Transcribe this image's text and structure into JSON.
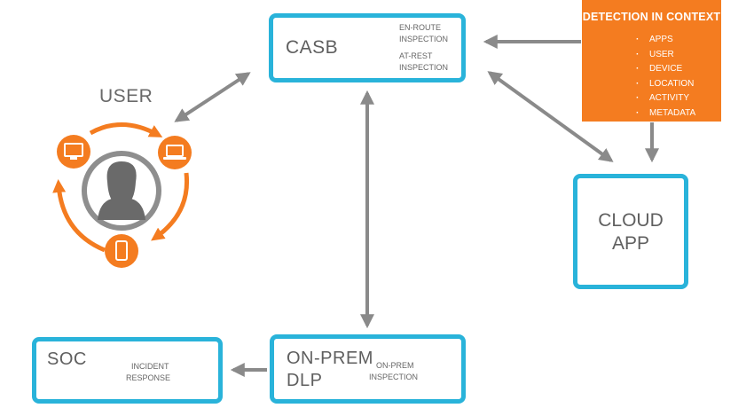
{
  "casb": {
    "title": "CASB",
    "line1": "EN-ROUTE",
    "line2": "INSPECTION",
    "line3": "AT-REST",
    "line4": "INSPECTION"
  },
  "detection": {
    "title": "DETECTION IN CONTEXT",
    "items": [
      "APPS",
      "USER",
      "DEVICE",
      "LOCATION",
      "ACTIVITY",
      "METADATA"
    ]
  },
  "user": {
    "label": "USER"
  },
  "cloud": {
    "line1": "CLOUD",
    "line2": "APP"
  },
  "dlp": {
    "line1": "ON-PREM",
    "line2": "DLP",
    "small1": "ON-PREM",
    "small2": "INSPECTION"
  },
  "soc": {
    "title": "SOC",
    "small1": "INCIDENT",
    "small2": "RESPONSE"
  },
  "colors": {
    "box_border": "#29b3da",
    "accent_orange": "#f47c20",
    "arrow_gray": "#8a8a8a",
    "text_gray": "#5f5f5f"
  }
}
